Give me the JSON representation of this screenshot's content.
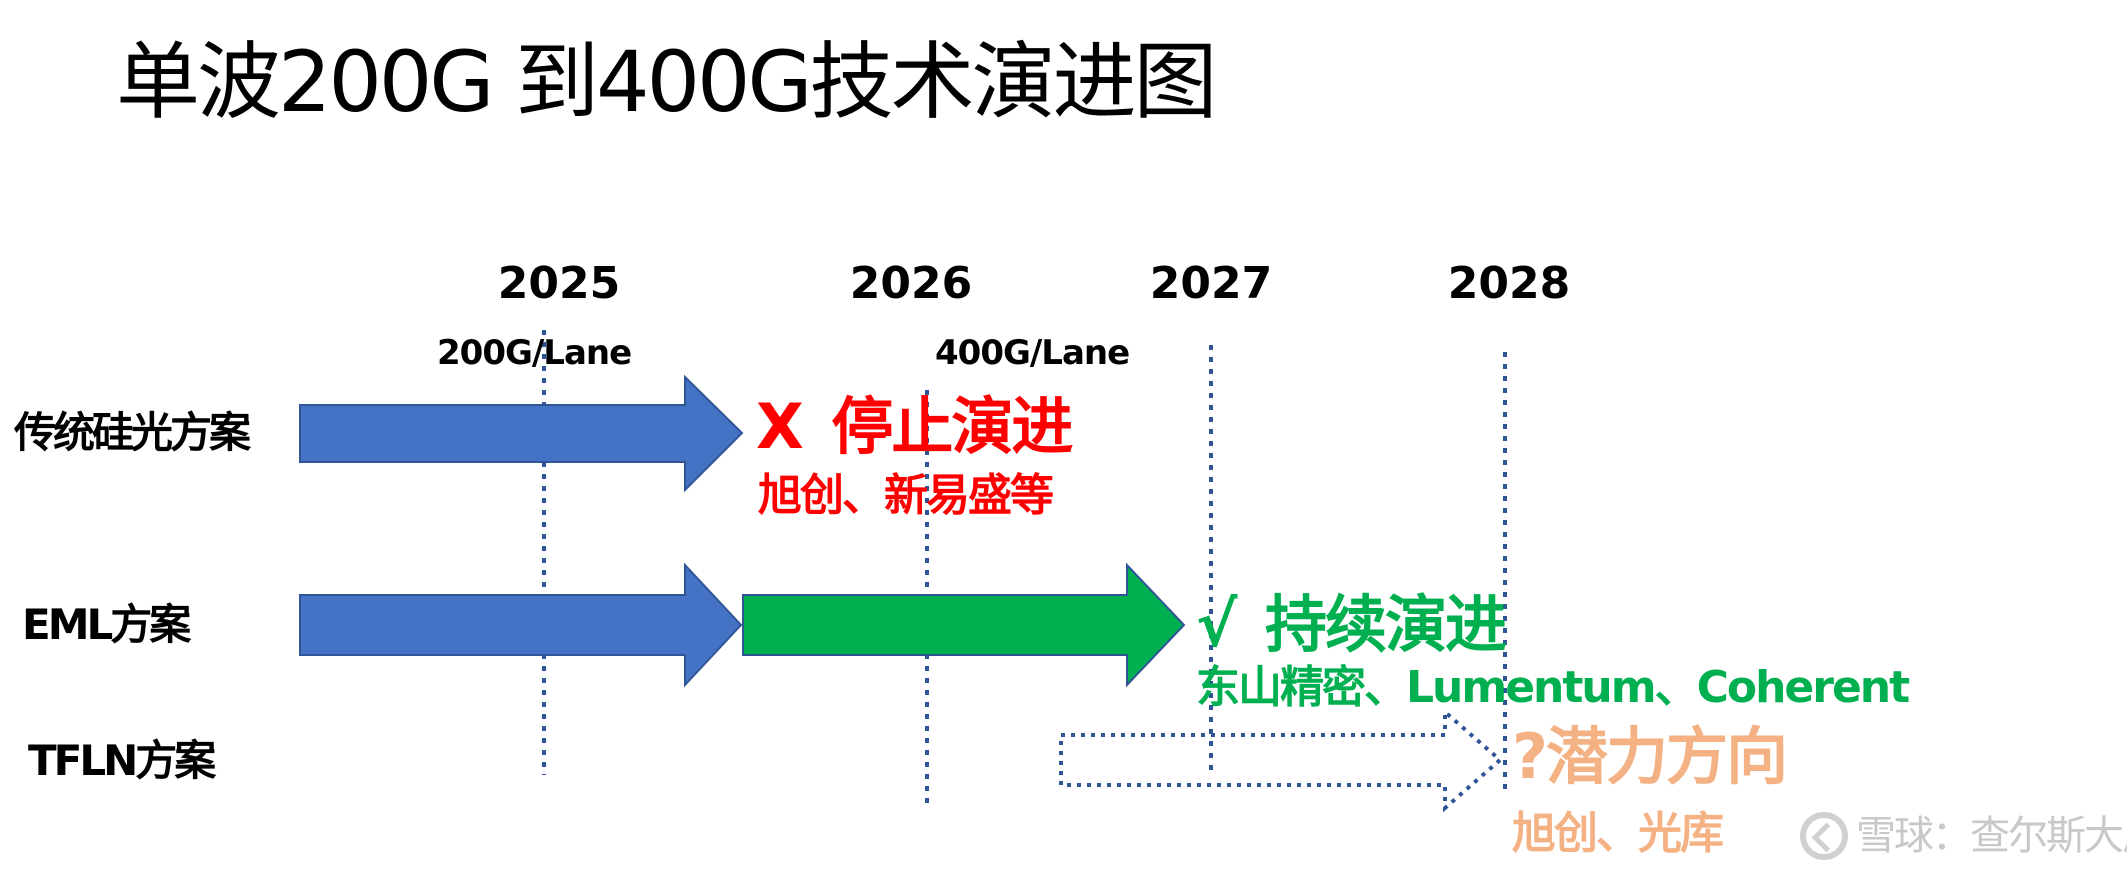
{
  "title": "单波200G 到400G技术演进图",
  "timeline": {
    "years": [
      {
        "label": "2025"
      },
      {
        "label": "2026"
      },
      {
        "label": "2027"
      },
      {
        "label": "2028"
      }
    ],
    "lane_labels": [
      "200G/Lane",
      "400G/Lane"
    ]
  },
  "rows": [
    {
      "label": "传统硅光方案",
      "status_mark": "X",
      "status_text": "停止演进",
      "companies": "旭创、新易盛等",
      "status_color": "#FF0000",
      "arrows": [
        {
          "style": "solid",
          "color": "#4472C4",
          "from_year": 2024.3,
          "to_year": 2025.5
        }
      ]
    },
    {
      "label": "EML方案",
      "status_mark": "√",
      "status_text": "持续演进",
      "companies": "东山精密、Lumentum、Coherent",
      "status_color": "#00B050",
      "arrows": [
        {
          "style": "solid",
          "color": "#4472C4",
          "from_year": 2024.3,
          "to_year": 2025.5
        },
        {
          "style": "solid",
          "color": "#00B050",
          "from_year": 2025.5,
          "to_year": 2026.75
        }
      ]
    },
    {
      "label": "TFLN方案",
      "status_mark": "?",
      "status_text": "潜力方向",
      "companies": "旭创、光库",
      "status_color": "#F4B183",
      "arrows": [
        {
          "style": "dotted",
          "color": "#2F5597",
          "from_year": 2026.45,
          "to_year": 2027.95
        }
      ]
    }
  ],
  "colors": {
    "blue_arrow": "#4472C4",
    "green_arrow": "#00B050",
    "dotted_outline": "#2F5597",
    "gridline": "#2F5597"
  },
  "watermark": {
    "icon": "snowball-logo-icon",
    "text": "雪球：查尔斯大风车"
  }
}
